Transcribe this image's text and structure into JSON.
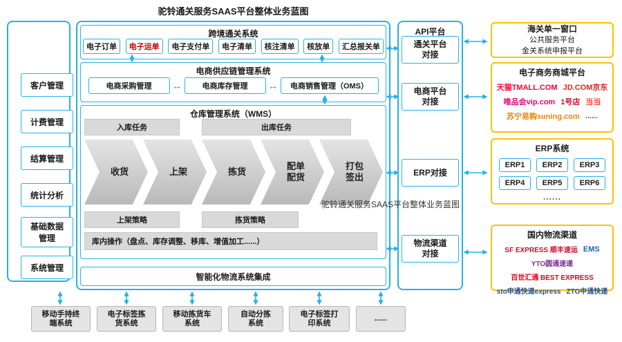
{
  "title": "驼铃通关服务SAAS平台整体业务蓝图",
  "watermark": "驼铃通关服务SAAS平台整体业务蓝图",
  "icons": {
    "h_arrow": "↔"
  },
  "sidebar": {
    "items": [
      {
        "label": "客户管理"
      },
      {
        "label": "计费管理"
      },
      {
        "label": "结算管理"
      },
      {
        "label": "统计分析"
      },
      {
        "label": "基础数据\n管理"
      },
      {
        "label": "系统管理"
      }
    ]
  },
  "customs": {
    "title": "跨境通关系统",
    "items": [
      {
        "label": "电子订单",
        "color": "#1a1a1a"
      },
      {
        "label": "电子运单",
        "color": "#c00000"
      },
      {
        "label": "电子支付单",
        "color": "#1a1a1a"
      },
      {
        "label": "电子清单",
        "color": "#1a1a1a"
      },
      {
        "label": "核注清单",
        "color": "#1a1a1a"
      },
      {
        "label": "核放单",
        "color": "#1a1a1a"
      },
      {
        "label": "汇总报关单",
        "color": "#1a1a1a"
      }
    ]
  },
  "supply_chain": {
    "title": "电商供应链管理系统",
    "items": [
      {
        "label": "电商采购管理"
      },
      {
        "label": "电商库存管理"
      },
      {
        "label": "电商销售管理（OMS）"
      }
    ]
  },
  "wms": {
    "title": "仓库管理系统（WMS）",
    "inbound": "入库任务",
    "outbound": "出库任务",
    "flow": [
      {
        "label": "收货"
      },
      {
        "label": "上架"
      },
      {
        "label": "拣货"
      },
      {
        "label": "配单\n配货"
      },
      {
        "label": "打包\n签出"
      }
    ],
    "shelf_strategy": "上架策略",
    "pick_strategy": "拣货策略",
    "ops": "库内操作（盘点、库存调整、移库、增值加工......）"
  },
  "integration": {
    "title": "智能化物流系统集成"
  },
  "api": {
    "title": "API平台",
    "items": [
      {
        "label": "通关平台\n对接"
      },
      {
        "label": "电商平台\n对接"
      },
      {
        "label": "ERP对接"
      },
      {
        "label": "物流渠道\n对接"
      }
    ]
  },
  "right_column": {
    "customs_window": {
      "lines": [
        "海关单一窗口",
        "公共服务平台",
        "金关系统申报平台"
      ]
    },
    "mall": {
      "title": "电子商务商城平台",
      "logos": [
        {
          "text": "天猫TMALL.COM",
          "color": "#ff0036"
        },
        {
          "text": "JD.COM京东",
          "color": "#e1251b"
        },
        {
          "text": "唯品会vip.com",
          "color": "#e10677"
        },
        {
          "text": "1号店",
          "color": "#ce0e2d"
        },
        {
          "text": "当当",
          "color": "#ff463c"
        },
        {
          "text": "苏宁易购suning.com",
          "color": "#f08300"
        },
        {
          "text": "......",
          "color": "#555555"
        }
      ]
    },
    "erp": {
      "title": "ERP系统",
      "items": [
        {
          "label": "ERP1"
        },
        {
          "label": "ERP2"
        },
        {
          "label": "ERP3"
        },
        {
          "label": "ERP4"
        },
        {
          "label": "ERP5"
        },
        {
          "label": "ERP6"
        }
      ],
      "more": "......"
    },
    "logistics": {
      "title": "国内物流渠道",
      "logos": [
        {
          "text": "SF EXPRESS 顺丰速运",
          "color": "#c8102e"
        },
        {
          "text": "EMS",
          "color": "#1b63ab"
        },
        {
          "text": "YTO圆通速递",
          "color": "#7a2f8f"
        },
        {
          "text": "百世汇通 BEST EXPRESS",
          "color": "#e60012"
        },
        {
          "text": "sto申通快递express",
          "color": "#1f4e9c"
        },
        {
          "text": "ZTO中通快递",
          "color": "#174f9e"
        }
      ]
    }
  },
  "bottom": {
    "items": [
      {
        "label": "移动手持终\n端系统"
      },
      {
        "label": "电子标签拣\n货系统"
      },
      {
        "label": "移动拣货车\n系统"
      },
      {
        "label": "自动分拣\n系统"
      },
      {
        "label": "电子标签打\n印系统"
      },
      {
        "label": "......"
      }
    ]
  }
}
